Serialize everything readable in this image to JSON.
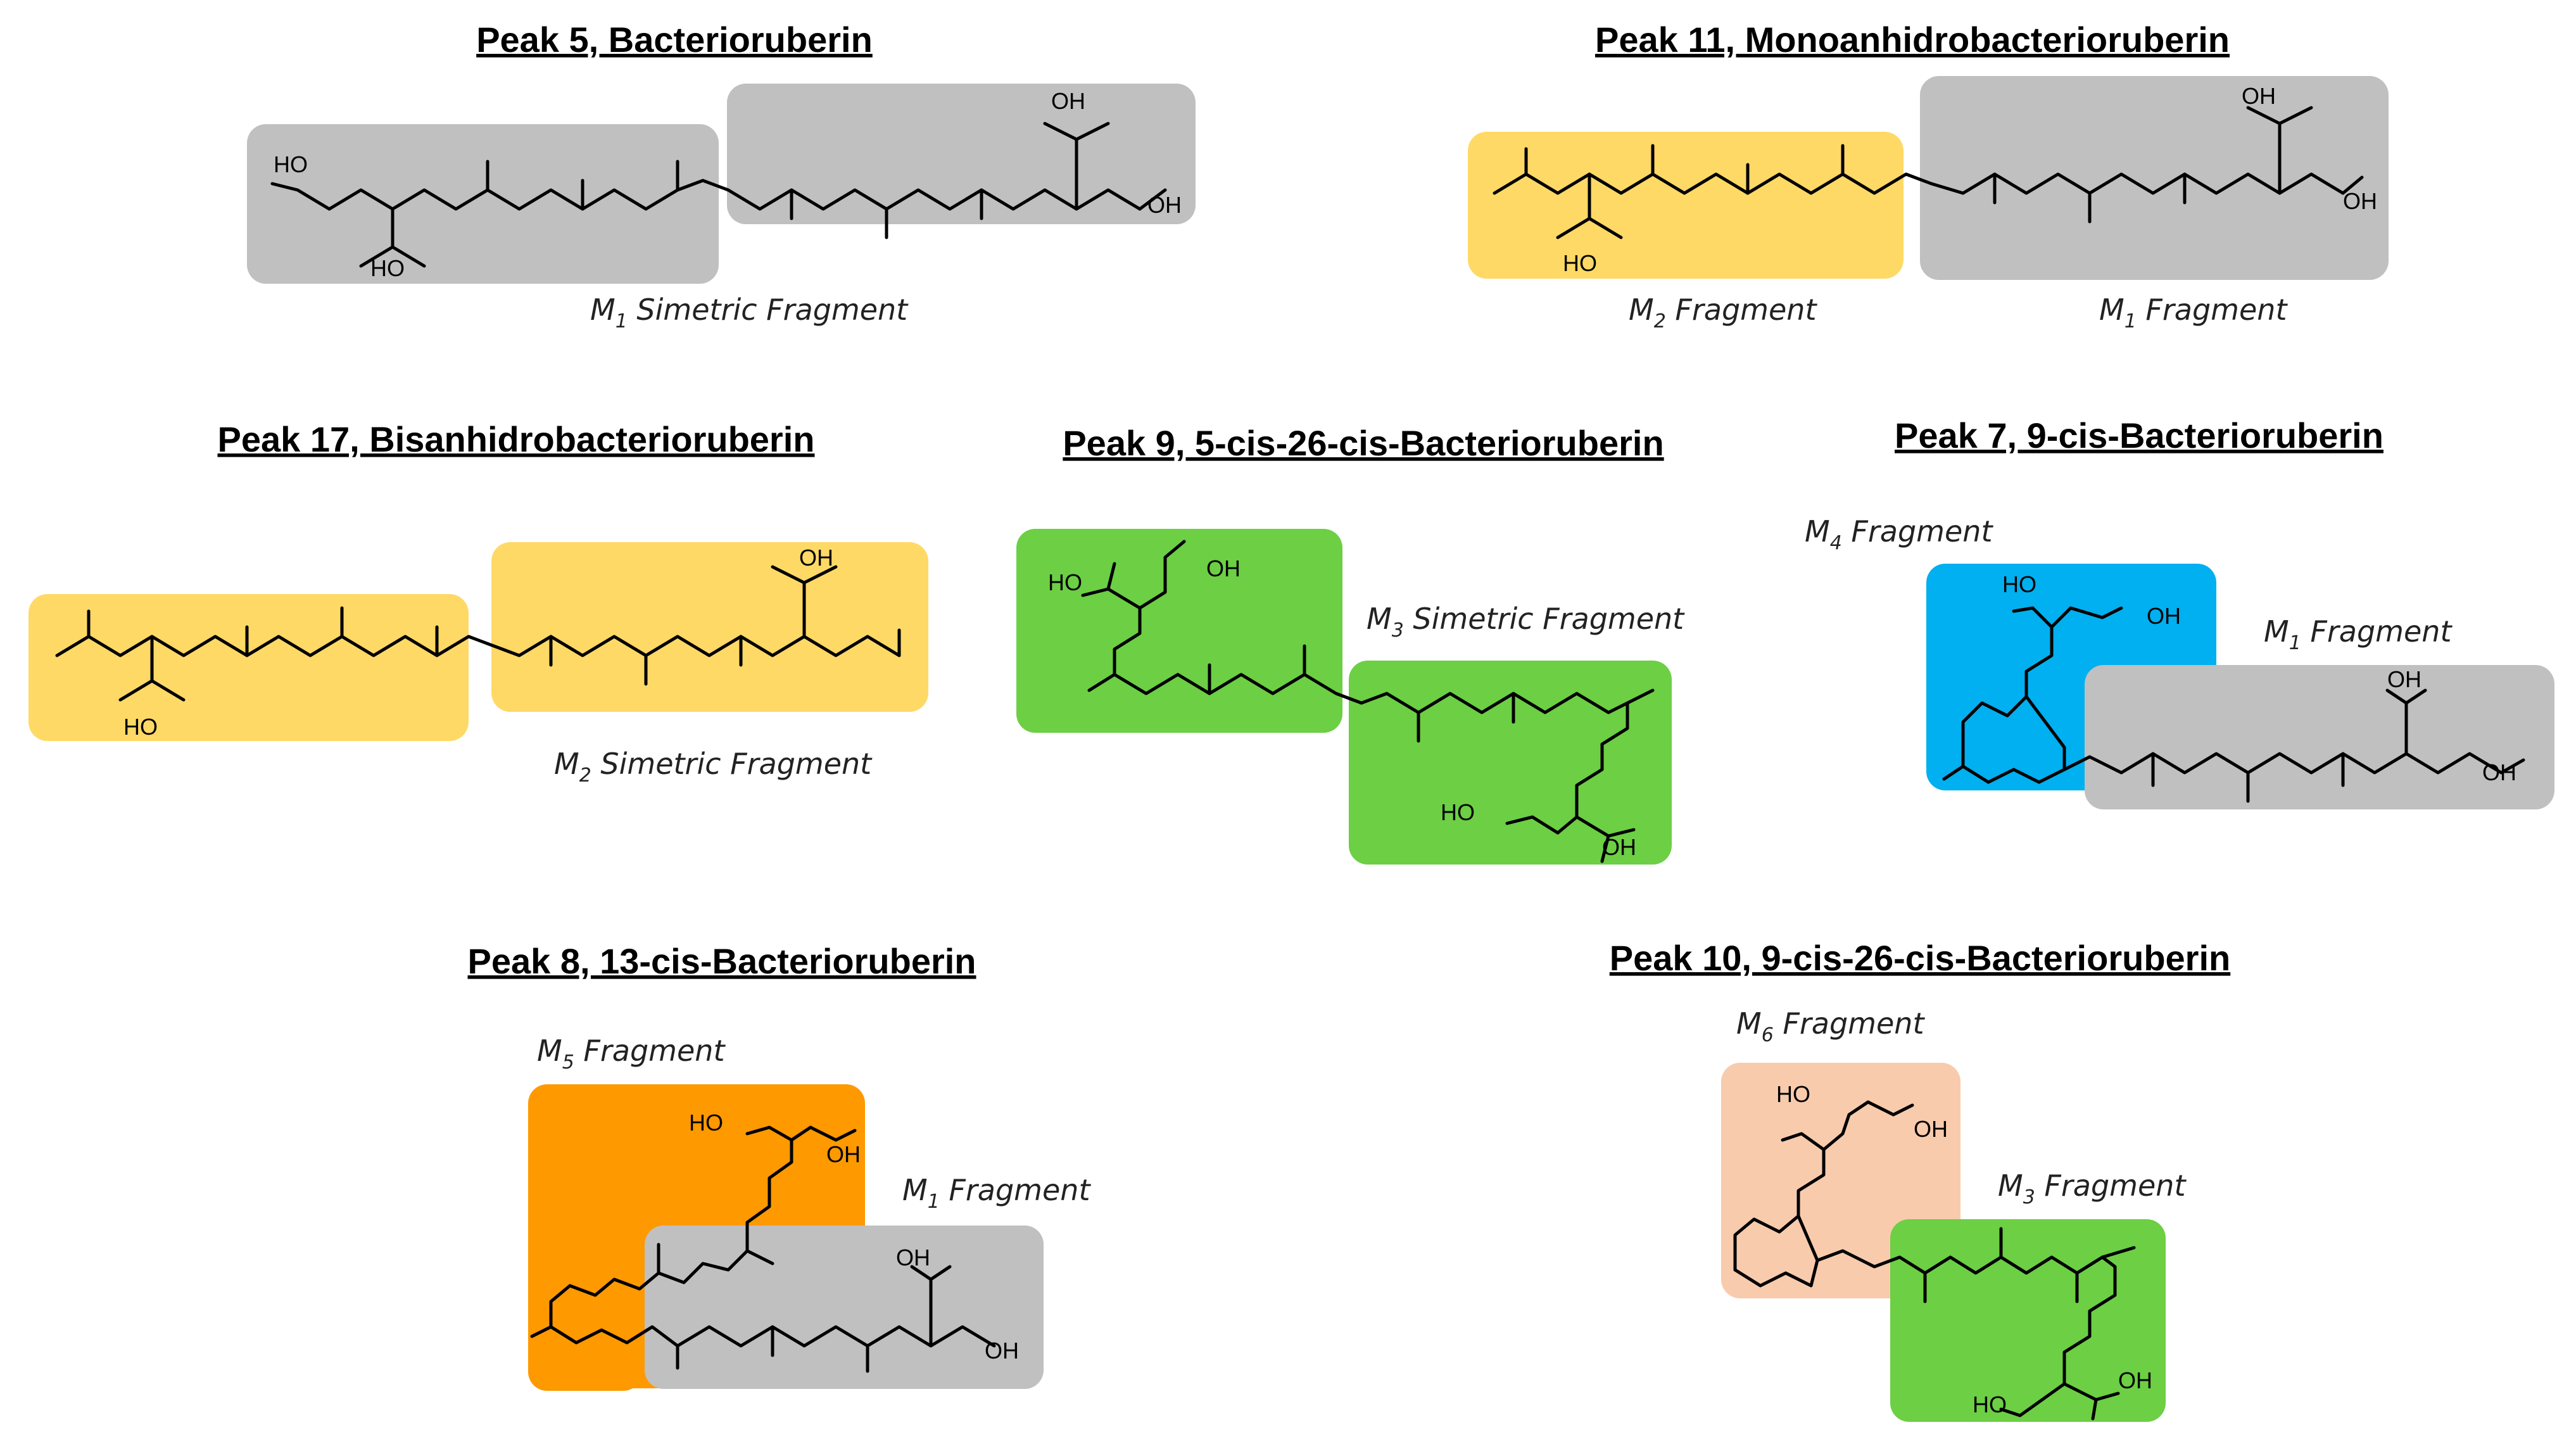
{
  "colors": {
    "m1": "#c0c0c0",
    "m2": "#ffd966",
    "m3": "#6ccf44",
    "m4": "#00b0f0",
    "m5": "#ff9900",
    "m6": "#f8cbad"
  },
  "atoms": {
    "hydroxyl_a": "HO",
    "hydroxyl_b": "OH"
  },
  "panels": {
    "p5": {
      "title": "Peak 5, Bacterioruberin",
      "frag1": {
        "m": "M",
        "sub": "1",
        "rest": " Simetric Fragment"
      }
    },
    "p11": {
      "title": "Peak 11, Monoanhidrobacterioruberin",
      "frag1": {
        "m": "M",
        "sub": "2",
        "rest": " Fragment"
      },
      "frag2": {
        "m": "M",
        "sub": "1",
        "rest": " Fragment"
      }
    },
    "p17": {
      "title": "Peak 17, Bisanhidrobacterioruberin",
      "frag1": {
        "m": "M",
        "sub": "2",
        "rest": " Simetric Fragment"
      }
    },
    "p9": {
      "title": "Peak 9, 5-cis-26-cis-Bacterioruberin",
      "frag1": {
        "m": "M",
        "sub": "3",
        "rest": " Simetric Fragment"
      }
    },
    "p7": {
      "title": "Peak 7, 9-cis-Bacterioruberin",
      "frag1": {
        "m": "M",
        "sub": "4",
        "rest": " Fragment"
      },
      "frag2": {
        "m": "M",
        "sub": "1",
        "rest": " Fragment"
      }
    },
    "p8": {
      "title": "Peak 8, 13-cis-Bacterioruberin",
      "frag1": {
        "m": "M",
        "sub": "5",
        "rest": " Fragment"
      },
      "frag2": {
        "m": "M",
        "sub": "1",
        "rest": " Fragment"
      }
    },
    "p10": {
      "title": "Peak 10, 9-cis-26-cis-Bacterioruberin",
      "frag1": {
        "m": "M",
        "sub": "6",
        "rest": " Fragment"
      },
      "frag2": {
        "m": "M",
        "sub": "3",
        "rest": " Fragment"
      }
    }
  }
}
